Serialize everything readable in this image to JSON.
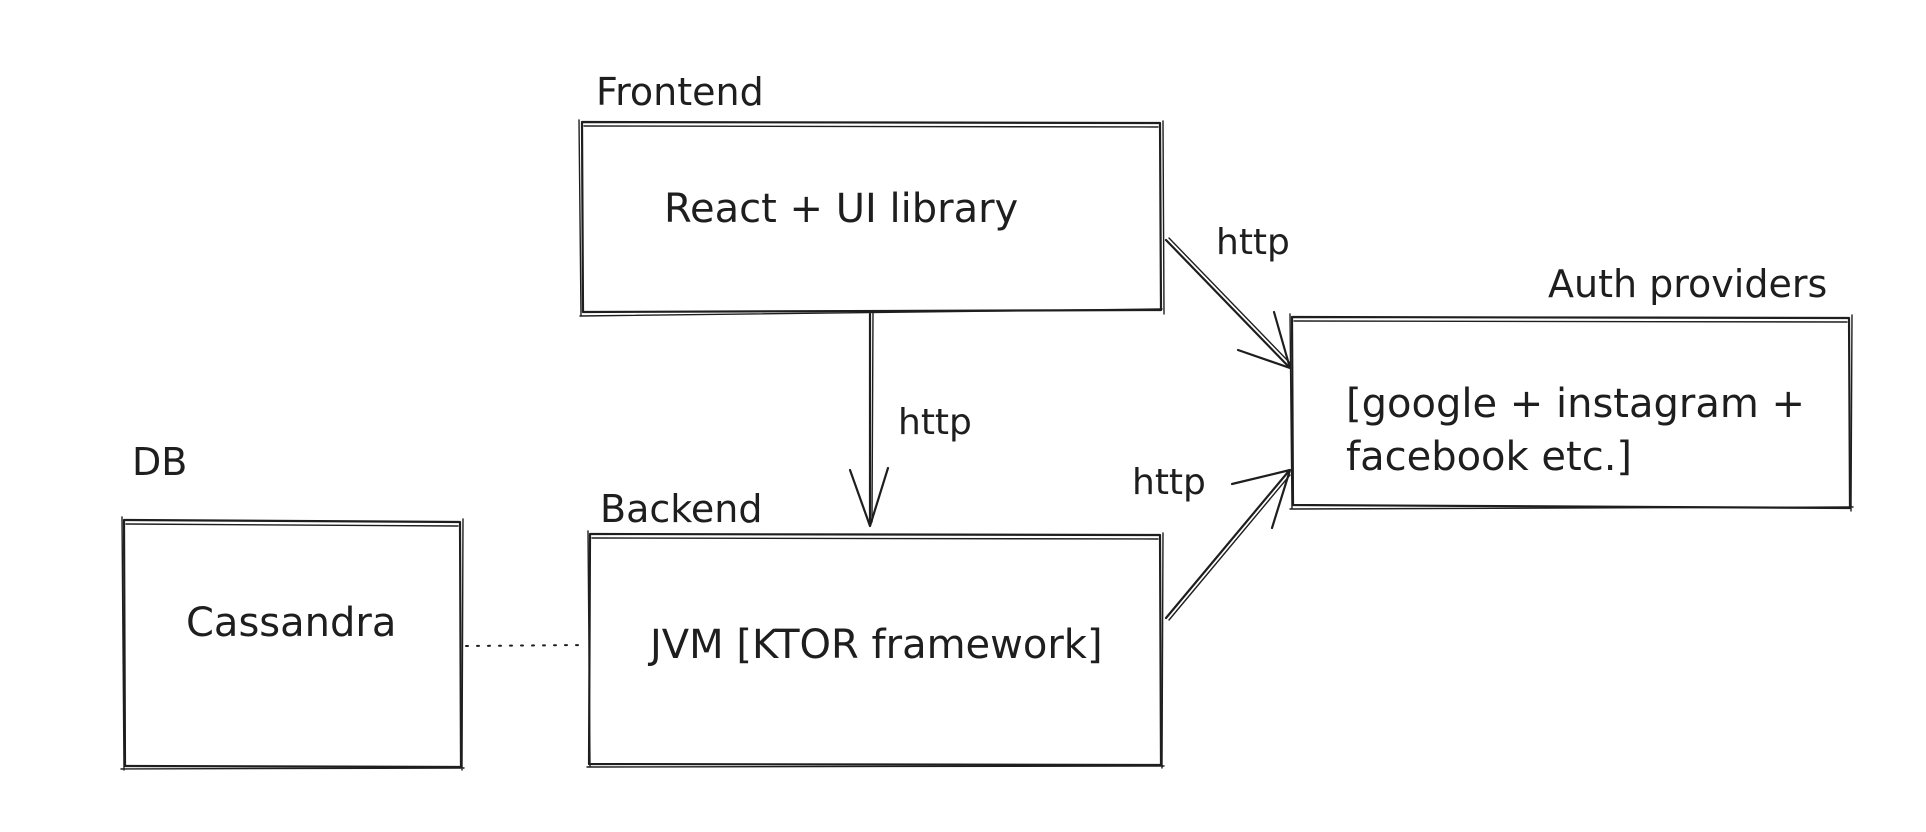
{
  "diagram": {
    "groups": {
      "frontend": {
        "title": "Frontend",
        "body": "React + UI library"
      },
      "backend": {
        "title": "Backend",
        "body": "JVM [KTOR framework]"
      },
      "db": {
        "title": "DB",
        "body": "Cassandra"
      },
      "auth": {
        "title": "Auth providers",
        "body_line1": "[google + instagram +",
        "body_line2": "facebook etc.]"
      }
    },
    "edges": {
      "frontend_to_backend": "http",
      "frontend_to_auth": "http",
      "backend_to_auth": "http"
    },
    "colors": {
      "stroke": "#1e1e1e",
      "background": "#ffffff"
    }
  }
}
